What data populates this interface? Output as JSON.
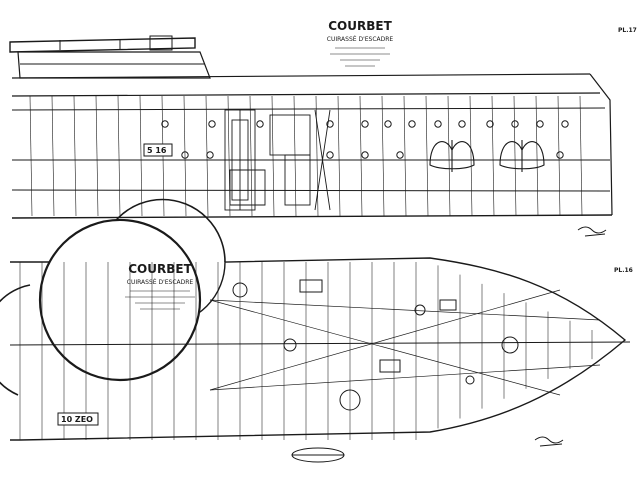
{
  "top_plate": {
    "title": "COURBET",
    "subtitle": "CUIRASSÉ D'ESCADRE",
    "plate_number": "PL.17",
    "frame_label": "5 16"
  },
  "bottom_plate": {
    "title": "COURBET",
    "subtitle": "CUIRASSÉ D'ESCADRE",
    "plate_number": "PL.16",
    "frame_label": "10 ZEO"
  },
  "colors": {
    "ink": "#1a1a1a",
    "paper": "#ffffff"
  }
}
